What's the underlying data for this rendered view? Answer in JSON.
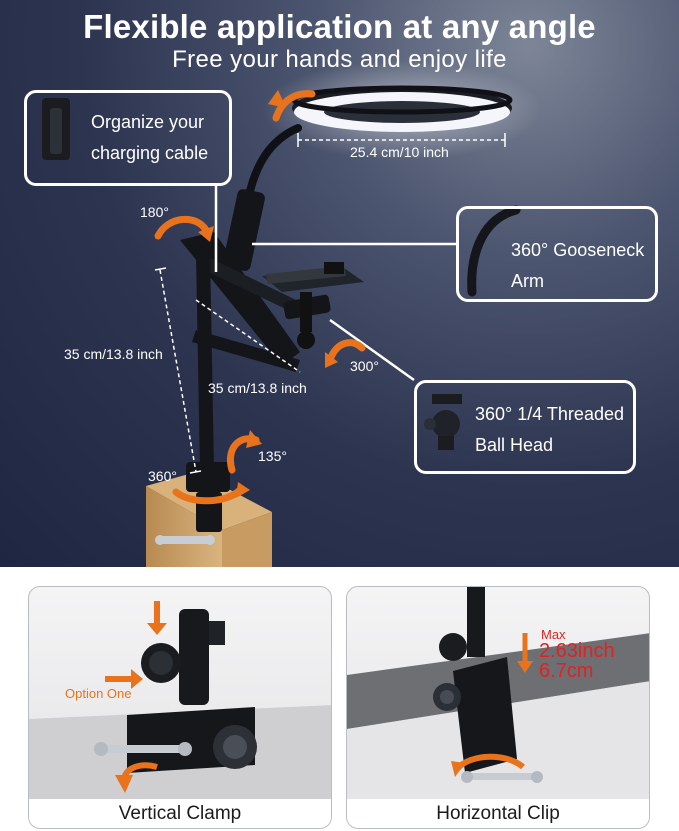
{
  "hero": {
    "title": "Flexible application at any angle",
    "subtitle": "Free your hands and enjoy life"
  },
  "callouts": {
    "cable": {
      "line1": "Organize your",
      "line2": "charging cable",
      "icon": "cable-clip-icon"
    },
    "gooseneck": {
      "line1": "360° Gooseneck",
      "line2": "Arm",
      "icon": "gooseneck-arm-icon"
    },
    "ballhead": {
      "line1": "360° 1/4 Threaded",
      "line2": "Ball Head",
      "icon": "ball-head-icon"
    }
  },
  "dimensions": {
    "ring_diameter": "25.4 cm/10 inch",
    "upper_arm": "35 cm/13.8 inch",
    "lower_arm": "35 cm/13.8 inch"
  },
  "angles": {
    "top_joint": "180°",
    "ball_head": "300°",
    "mid_joint": "135°",
    "base": "360°"
  },
  "panels": {
    "vertical": {
      "caption": "Vertical Clamp",
      "option": "Option One"
    },
    "horizontal": {
      "caption": "Horizontal Clip",
      "max_label": "Max",
      "max_inch": "2.63inch",
      "max_cm": "6.7cm"
    }
  },
  "colors": {
    "accent_orange": "#e8731c",
    "dimension_red": "#e02222",
    "background_navy": "#2c3450",
    "wood": "#c9a26b"
  }
}
